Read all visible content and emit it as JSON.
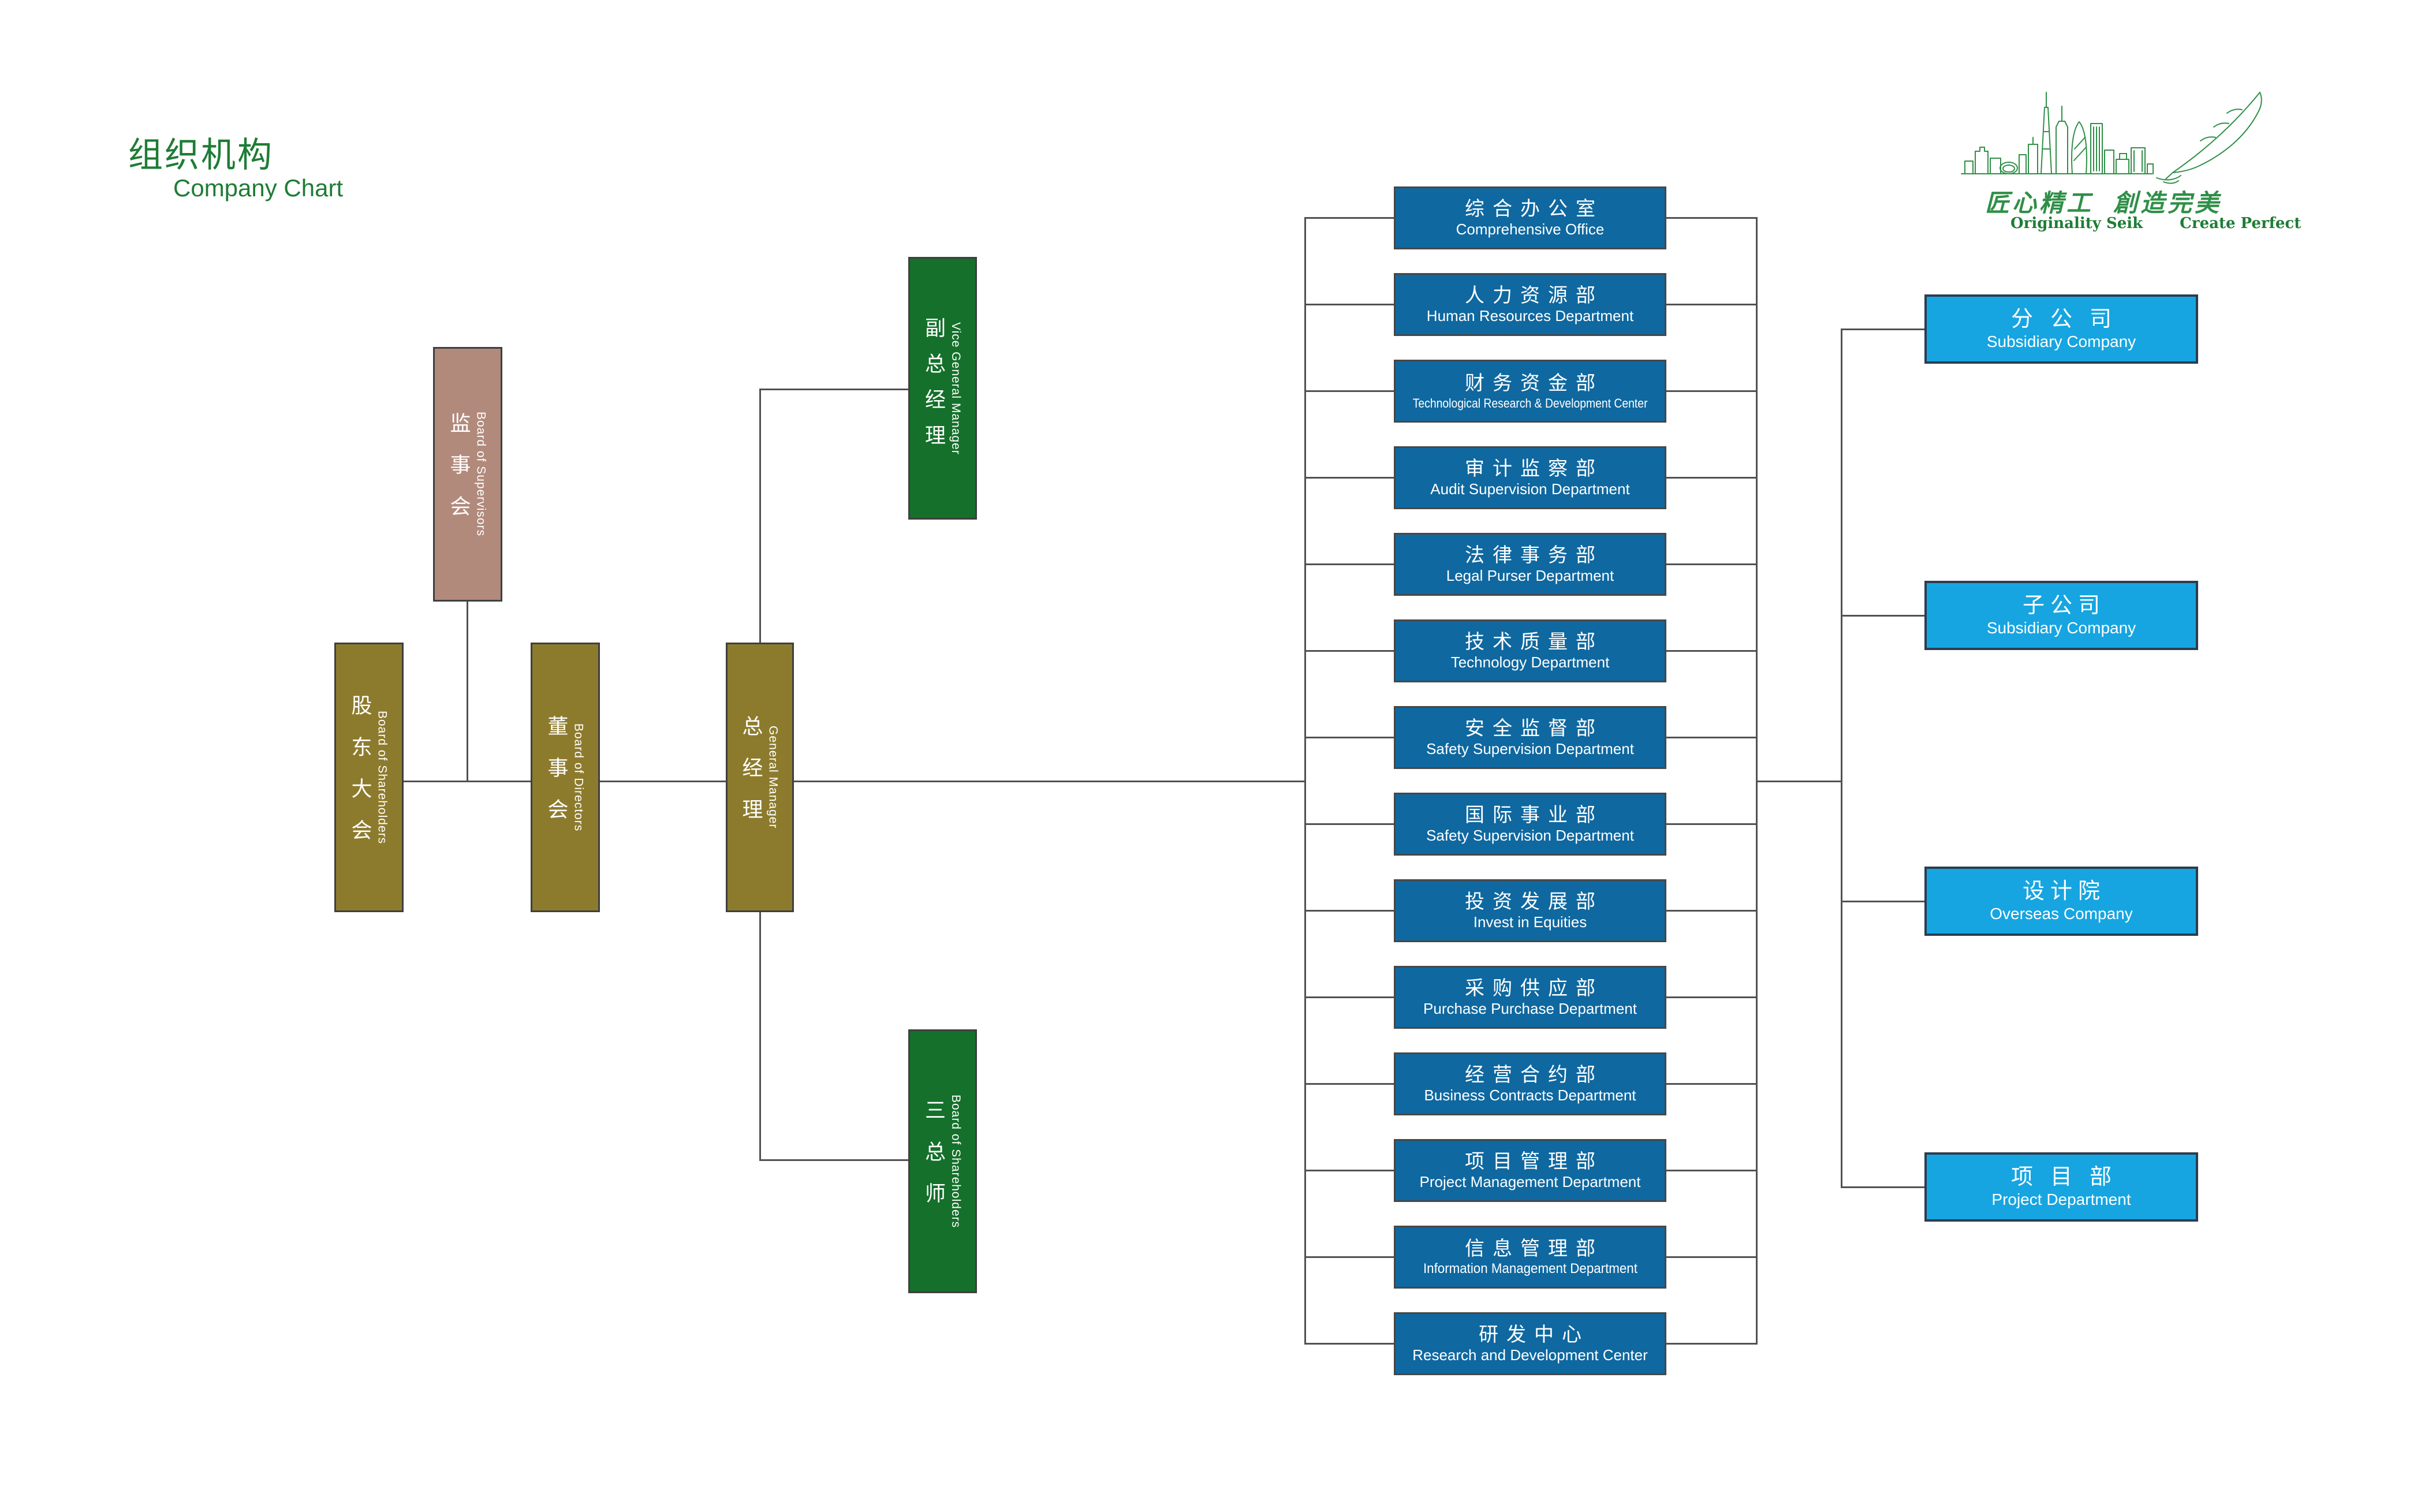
{
  "page": {
    "title_cn": "组织机构",
    "title_en": "Company Chart"
  },
  "logo": {
    "slogan_cn_left": "匠心精工",
    "slogan_cn_right": "創造完美",
    "slogan_en_left": "Originality Seik",
    "slogan_en_right": "Create Perfect",
    "artwork": "green line-art city skyline with quill pen"
  },
  "colors": {
    "title_green": "#1e7c35",
    "logo_green": "#2f8f47",
    "governance_olive": "#8d7b2d",
    "supervisors_mauve": "#b18a7c",
    "manager_green": "#14702a",
    "department_blue": "#0f68a0",
    "affiliate_blue": "#16a5e1",
    "line_gray": "#515151"
  },
  "governance": {
    "supervisors": {
      "cn": "监事会",
      "en": "Board of Supervisors"
    },
    "shareholders": {
      "cn": "股东大会",
      "en": "Board of Shareholders"
    },
    "directors": {
      "cn": "董事会",
      "en": "Board of Directors"
    },
    "general_manager": {
      "cn": "总经理",
      "en": "General Manager"
    },
    "vice_general_manager": {
      "cn": "副总经理",
      "en": "Vice General Manager"
    },
    "three_chiefs": {
      "cn": "三总师",
      "en": "Board of Shareholders"
    }
  },
  "departments": [
    {
      "cn": "综合办公室",
      "en": "Comprehensive Office"
    },
    {
      "cn": "人力资源部",
      "en": "Human Resources Department"
    },
    {
      "cn": "财务资金部",
      "en": "Technological Research & Development Center"
    },
    {
      "cn": "审计监察部",
      "en": "Audit Supervision Department"
    },
    {
      "cn": "法律事务部",
      "en": "Legal Purser Department"
    },
    {
      "cn": "技术质量部",
      "en": "Technology Department"
    },
    {
      "cn": "安全监督部",
      "en": "Safety Supervision Department"
    },
    {
      "cn": "国际事业部",
      "en": "Safety Supervision Department"
    },
    {
      "cn": "投资发展部",
      "en": "Invest in Equities"
    },
    {
      "cn": "采购供应部",
      "en": "Purchase Purchase Department"
    },
    {
      "cn": "经营合约部",
      "en": "Business Contracts Department"
    },
    {
      "cn": "项目管理部",
      "en": "Project Management Department"
    },
    {
      "cn": "信息管理部",
      "en": "Information Management Department"
    },
    {
      "cn": "研发中心",
      "en": "Research and Development Center"
    }
  ],
  "affiliates": [
    {
      "cn": "分公司",
      "en": "Subsidiary Company"
    },
    {
      "cn": "子公司",
      "en": "Subsidiary Company"
    },
    {
      "cn": "设计院",
      "en": "Overseas Company"
    },
    {
      "cn": "项目部",
      "en": "Project Department"
    }
  ]
}
